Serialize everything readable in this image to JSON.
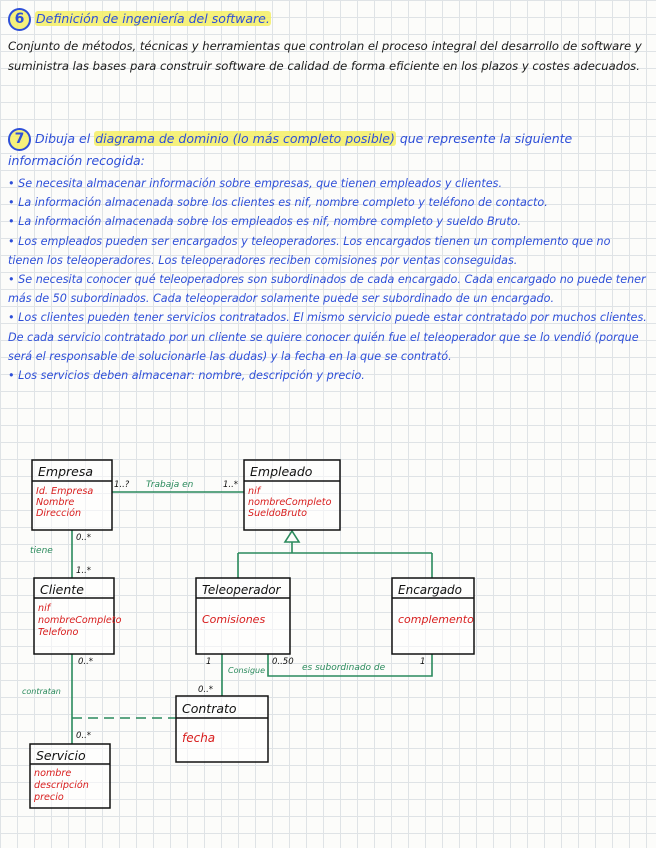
{
  "q6": {
    "number": "6",
    "title": "Definición de ingeniería del software.",
    "answer": "Conjunto de métodos, técnicas y herramientas que controlan el proceso integral del desarrollo de software y suministra las bases para construir software de calidad de forma eficiente en los plazos y costes adecuados."
  },
  "q7": {
    "number": "7",
    "title_pre": "Dibuja el",
    "title_hl": "diagrama de dominio (lo más completo posible)",
    "title_post": "que represente la siguiente información recogida:",
    "bullets": [
      "• Se necesita almacenar información sobre empresas, que tienen empleados y clientes.",
      "• La información almacenada sobre los clientes es nif, nombre completo y teléfono de contacto.",
      "• La información almacenada sobre los empleados es nif, nombre completo y sueldo Bruto.",
      "• Los empleados pueden ser encargados y teleoperadores. Los encargados tienen un complemento que no tienen los teleoperadores. Los teleoperadores reciben comisiones por ventas conseguidas.",
      "• Se necesita conocer qué teleoperadores son subordinados de cada encargado. Cada encargado no puede tener más de 50 subordinados. Cada teleoperador solamente puede ser subordinado de un encargado.",
      "• Los clientes pueden tener servicios contratados. El mismo servicio puede estar contratado por muchos clientes. De cada servicio contratado por un cliente se quiere conocer quién fue el teleoperador que se lo vendió (porque será el responsable de solucionarle las dudas) y la fecha en la que se contrató.",
      "• Los servicios deben almacenar: nombre, descripción y precio."
    ]
  },
  "diagram": {
    "classes": {
      "empresa": {
        "name": "Empresa",
        "attrs": [
          "Id. Empresa",
          "Nombre",
          "Dirección"
        ]
      },
      "empleado": {
        "name": "Empleado",
        "attrs": [
          "nif",
          "nombreCompleto",
          "SueldoBruto"
        ]
      },
      "cliente": {
        "name": "Cliente",
        "attrs": [
          "nif",
          "nombreCompleto",
          "Telefono"
        ]
      },
      "teleoperador": {
        "name": "Teleoperador",
        "attrs": [
          "Comisiones"
        ]
      },
      "encargado": {
        "name": "Encargado",
        "attrs": [
          "complemento"
        ]
      },
      "contrato": {
        "name": "Contrato",
        "attrs": [
          "fecha"
        ]
      },
      "servicio": {
        "name": "Servicio",
        "attrs": [
          "nombre",
          "descripción",
          "precio"
        ]
      }
    },
    "labels": {
      "trabaja_en": "Trabaja en",
      "tiene": "tiene",
      "contratan": "contratan",
      "consigue": "Consigue",
      "es_subordinado_de": "es subordinado de"
    },
    "mult": {
      "empresa_empleado_left": "1..?",
      "empresa_empleado_right": "1..*",
      "empresa_tiene": "0..*",
      "cliente_tiene": "1..*",
      "cliente_contratan": "0..*",
      "servicio_contratan": "0..*",
      "teleop_consigue": "1",
      "contrato_consigue": "0..*",
      "teleop_sub": "0..50",
      "encargado_sub": "1"
    },
    "colors": {
      "line": "#2a8a5c",
      "attr": "#d81e1e",
      "ink": "#111111"
    }
  }
}
